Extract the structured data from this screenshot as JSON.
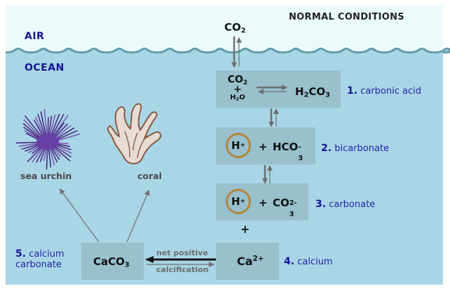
{
  "diagram": {
    "title": "NORMAL CONDITIONS",
    "zones": {
      "air": "AIR",
      "ocean": "OCEAN"
    },
    "colors": {
      "air": "#ebfbfc",
      "ocean": "#a8d6e6",
      "wave": "#5f9aa6",
      "box": "#98c0cd",
      "label_blue": "#141496",
      "h_ring": "#b5873a",
      "arrow": "#6e6e6e"
    },
    "co2_air": {
      "base": "CO",
      "sub": "2"
    },
    "reactions": [
      {
        "number": "1.",
        "name": "carbonic acid",
        "left": {
          "co2": "CO",
          "co2_sub": "2",
          "plus": "+",
          "h2o_h": "H",
          "h2o_sub": "2",
          "h2o_o": "O"
        },
        "right": {
          "h": "H",
          "h_sub": "2",
          "co": "CO",
          "co_sub": "3"
        }
      },
      {
        "number": "2.",
        "name": "bicarbonate",
        "h_ion": "H",
        "h_charge": "+",
        "plus": "+",
        "ion": "HCO",
        "ion_sub": "3",
        "ion_charge": "-"
      },
      {
        "number": "3.",
        "name": "carbonate",
        "h_ion": "H",
        "h_charge": "+",
        "plus": "+",
        "ion": "CO",
        "ion_sub": "3",
        "ion_charge": "2-"
      },
      {
        "number": "4.",
        "name": "calcium",
        "ion": "Ca",
        "ion_charge": "2+"
      },
      {
        "number": "5.",
        "name_line1": "calcium",
        "name_line2": "carbonate",
        "formula": "CaCO",
        "formula_sub": "3"
      }
    ],
    "plus_between": "+",
    "calcification": {
      "top": "net positive",
      "bottom": "calcification"
    },
    "organisms": [
      {
        "name": "sea urchin",
        "icon": "sea-urchin-icon"
      },
      {
        "name": "coral",
        "icon": "coral-icon"
      }
    ]
  }
}
